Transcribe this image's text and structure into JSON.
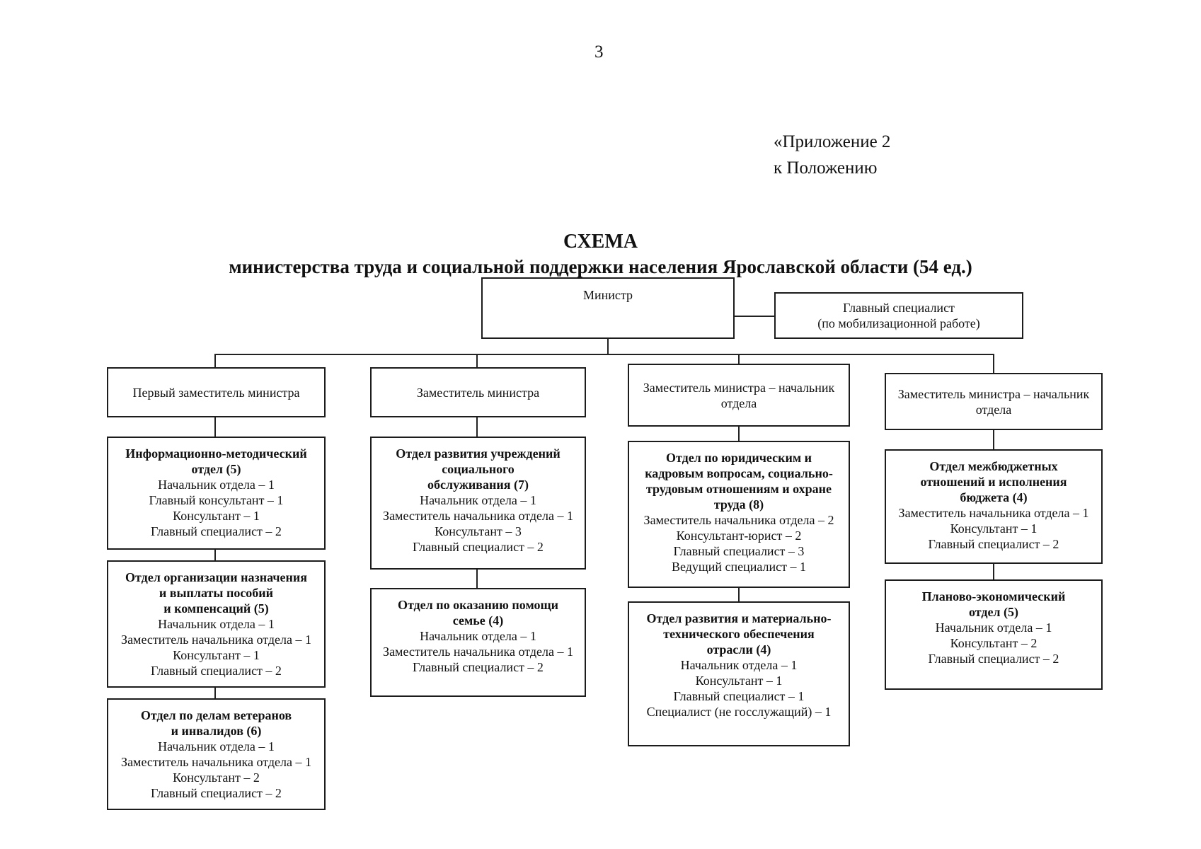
{
  "page": {
    "number": "3",
    "annotation": [
      "«Приложение 2",
      "к Положению"
    ],
    "title": "СХЕМА",
    "subtitle": "министерства труда и социальной поддержки населения Ярославской области (54 ед.)"
  },
  "org": {
    "minister": "Министр",
    "mobilization_specialist": [
      "Главный специалист",
      "(по мобилизационной работе)"
    ],
    "deputies": [
      {
        "label": [
          "Первый заместитель министра"
        ]
      },
      {
        "label": [
          "Заместитель министра"
        ]
      },
      {
        "label": [
          "Заместитель министра – начальник",
          "отдела"
        ]
      },
      {
        "label": [
          "Заместитель министра – начальник",
          "отдела"
        ]
      }
    ],
    "columns": [
      {
        "boxes": [
          {
            "title": [
              "Информационно-методический",
              "отдел (5)"
            ],
            "staff": [
              "Начальник отдела – 1",
              "Главный консультант – 1",
              "Консультант – 1",
              "Главный специалист – 2"
            ]
          },
          {
            "title": [
              "Отдел организации назначения",
              "и выплаты пособий",
              "и компенсаций (5)"
            ],
            "staff": [
              "Начальник отдела – 1",
              "Заместитель начальника отдела – 1",
              "Консультант – 1",
              "Главный специалист – 2"
            ]
          },
          {
            "title": [
              "Отдел по делам ветеранов",
              "и инвалидов (6)"
            ],
            "staff": [
              "Начальник отдела – 1",
              "Заместитель начальника отдела – 1",
              "Консультант – 2",
              "Главный специалист – 2"
            ]
          }
        ]
      },
      {
        "boxes": [
          {
            "title": [
              "Отдел развития учреждений",
              "социального",
              "обслуживания (7)"
            ],
            "staff": [
              "Начальник отдела – 1",
              "Заместитель начальника отдела – 1",
              "Консультант – 3",
              "Главный специалист – 2"
            ]
          },
          {
            "title": [
              "Отдел по оказанию помощи",
              "семье (4)"
            ],
            "staff": [
              "Начальник отдела – 1",
              "Заместитель начальника отдела – 1",
              "Главный специалист – 2"
            ]
          }
        ]
      },
      {
        "boxes": [
          {
            "title": [
              "Отдел по юридическим и",
              "кадровым вопросам, социально-",
              "трудовым отношениям и охране",
              "труда (8)"
            ],
            "staff": [
              "Заместитель начальника отдела – 2",
              "Консультант-юрист – 2",
              "Главный специалист – 3",
              "Ведущий специалист – 1"
            ]
          },
          {
            "title": [
              "Отдел развития и материально-",
              "технического обеспечения",
              "отрасли (4)"
            ],
            "staff": [
              "Начальник отдела – 1",
              "Консультант – 1",
              "Главный специалист – 1",
              "Специалист (не госслужащий) – 1"
            ]
          }
        ]
      },
      {
        "boxes": [
          {
            "title": [
              "Отдел межбюджетных",
              "отношений и исполнения",
              "бюджета (4)"
            ],
            "staff": [
              "Заместитель начальника отдела – 1",
              "Консультант – 1",
              "Главный специалист – 2"
            ]
          },
          {
            "title": [
              "Планово-экономический",
              "отдел (5)"
            ],
            "staff": [
              "Начальник отдела – 1",
              "Консультант – 2",
              "Главный специалист – 2"
            ]
          }
        ]
      }
    ]
  }
}
